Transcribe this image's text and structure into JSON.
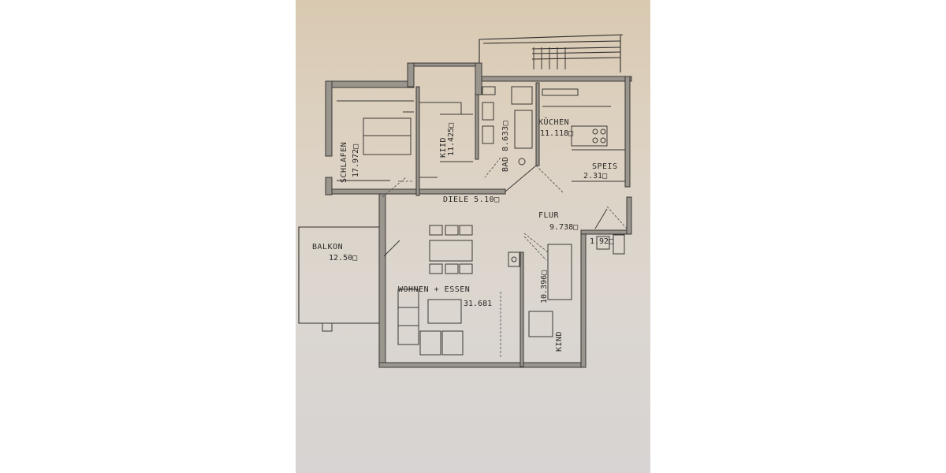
{
  "document": {
    "type": "floor-plan",
    "colors": {
      "paper_top": "#d9c9b1",
      "paper_bottom": "#d7d4d3",
      "ink": "#2a2826",
      "wall_fill": "#9a958d"
    }
  },
  "rooms": [
    {
      "id": "schlafen",
      "name": "SCHLAFEN",
      "area": "17.972",
      "unit": "□"
    },
    {
      "id": "kind1",
      "name": "KIID",
      "area": "11.425",
      "unit": "□"
    },
    {
      "id": "bad",
      "name": "BAD",
      "area": "8.633",
      "unit": "□"
    },
    {
      "id": "kuechen",
      "name": "KÜCHEN",
      "area": "11.118",
      "unit": "□"
    },
    {
      "id": "speis",
      "name": "SPEIS",
      "area": "2.31",
      "unit": "□"
    },
    {
      "id": "diele",
      "name": "DIELE",
      "area": "5.10",
      "unit": "□"
    },
    {
      "id": "flur",
      "name": "FLUR",
      "area": "9.738",
      "unit": "□"
    },
    {
      "id": "wc",
      "name": "",
      "area": "1.92",
      "unit": "□"
    },
    {
      "id": "balkon",
      "name": "BALKON",
      "area": "12.50",
      "unit": "□"
    },
    {
      "id": "wohnen",
      "name": "WOHNEN + ESSEN",
      "area": "31.681",
      "unit": ""
    },
    {
      "id": "kind2",
      "name": "KIND",
      "area": "10.396",
      "unit": "□"
    }
  ],
  "labels": {
    "schlafen": "SCHLAFEN",
    "schlafen_area": "17.972□",
    "kiid": "KIID",
    "kiid_area": "11.425□",
    "bad": "BAD 8.633□",
    "kuechen": "KÜCHEN",
    "kuechen_area": "11.118□",
    "speis": "SPEIS",
    "speis_area": "2.31□",
    "diele": "DIELE 5.10□",
    "flur": "FLUR",
    "flur_area": "9.738□",
    "wc_area": "1.92□",
    "balkon": "BALKON",
    "balkon_area": "12.50□",
    "wohnen": "WOHNEN + ESSEN",
    "wohnen_area": "31.681",
    "kind": "KIND",
    "kind_area": "10.396□"
  }
}
